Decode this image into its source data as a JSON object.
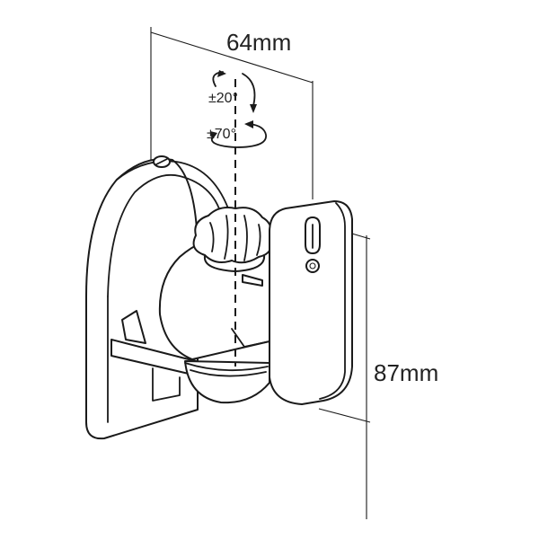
{
  "dimensions": {
    "width_label": "64mm",
    "height_label": "87mm"
  },
  "rotation": {
    "tilt_label": "±20°",
    "swivel_label": "±70°"
  },
  "colors": {
    "line": "#1a1a1a",
    "background": "#ffffff"
  }
}
